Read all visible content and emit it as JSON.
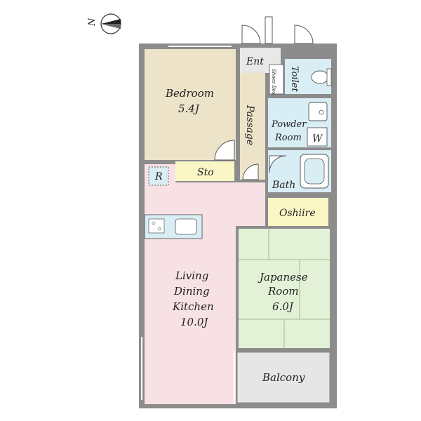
{
  "compass": {
    "north_label": "N",
    "icon": "north-arrow-icon"
  },
  "rooms": {
    "entrance": "Ent",
    "toilet": "Toilet",
    "shoes_box": "Shoes Box",
    "bedroom": {
      "name": "Bedroom",
      "size": "5.4J"
    },
    "passage": "Passage",
    "powder_room": {
      "line1": "Powder",
      "line2": "Room"
    },
    "washer": "W",
    "storage": "Sto",
    "refrigerator": "R",
    "bath": "Bath",
    "oshiire": "Oshiire",
    "ldk": {
      "line1": "Living",
      "line2": "Dining",
      "line3": "Kitchen",
      "size": "10.0J"
    },
    "japanese_room": {
      "line1": "Japanese",
      "line2": "Room",
      "size": "6.0J"
    },
    "balcony": "Balcony"
  },
  "colors": {
    "wall": "#8c8c8c",
    "bedroom": "#ece3c9",
    "ldk": "#f8e1e4",
    "japanese_room": "#e3f2d6",
    "wet_area": "#d9edf5",
    "storage": "#fbf6c6",
    "entrance": "#e8e8e8",
    "balcony": "#e6e6e6"
  }
}
